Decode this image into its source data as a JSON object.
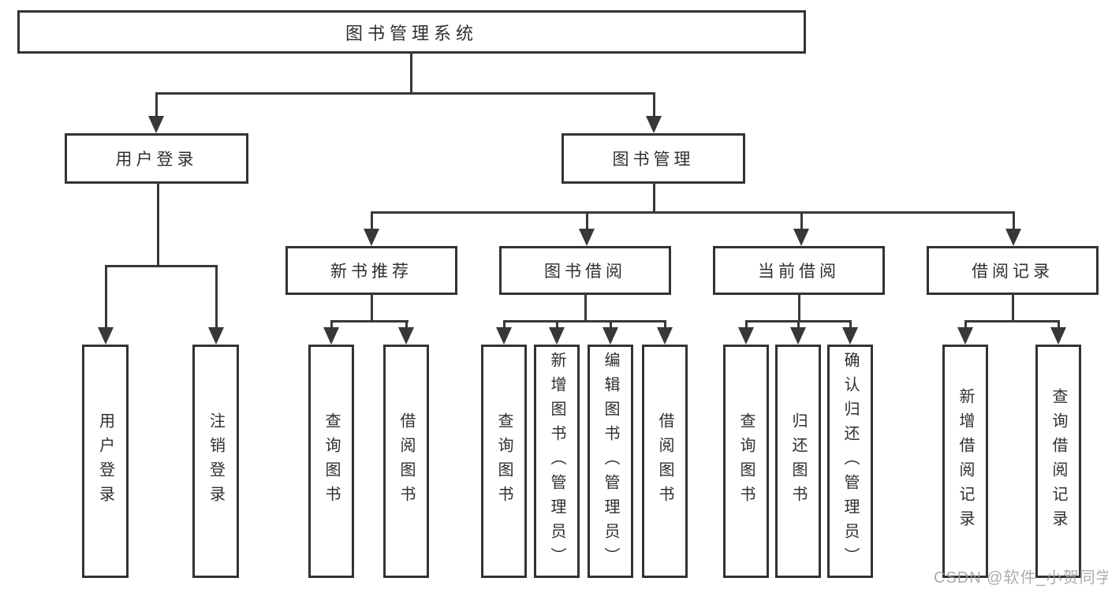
{
  "diagram": {
    "type": "tree",
    "orientation": "top-down",
    "colors": {
      "background": "#ffffff",
      "box_border": "#333333",
      "line": "#383838",
      "text": "#2f2f2f",
      "watermark": "#9e9e9e"
    },
    "tree": {
      "label": "图书管理系统",
      "children": [
        {
          "label": "用户登录",
          "children": [
            {
              "label": "用户登录"
            },
            {
              "label": "注销登录"
            }
          ]
        },
        {
          "label": "图书管理",
          "children": [
            {
              "label": "新书推荐",
              "children": [
                {
                  "label": "查询图书"
                },
                {
                  "label": "借阅图书"
                }
              ]
            },
            {
              "label": "图书借阅",
              "children": [
                {
                  "label": "查询图书"
                },
                {
                  "label": "新增图书（管理员）"
                },
                {
                  "label": "编辑图书（管理员）"
                },
                {
                  "label": "借阅图书"
                }
              ]
            },
            {
              "label": "当前借阅",
              "children": [
                {
                  "label": "查询图书"
                },
                {
                  "label": "归还图书"
                },
                {
                  "label": "确认归还（管理员）"
                }
              ]
            },
            {
              "label": "借阅记录",
              "children": [
                {
                  "label": "新增借阅记录"
                },
                {
                  "label": "查询借阅记录"
                }
              ]
            }
          ]
        }
      ]
    },
    "watermark": {
      "text": "CSDN @软件_小贺同学"
    }
  }
}
